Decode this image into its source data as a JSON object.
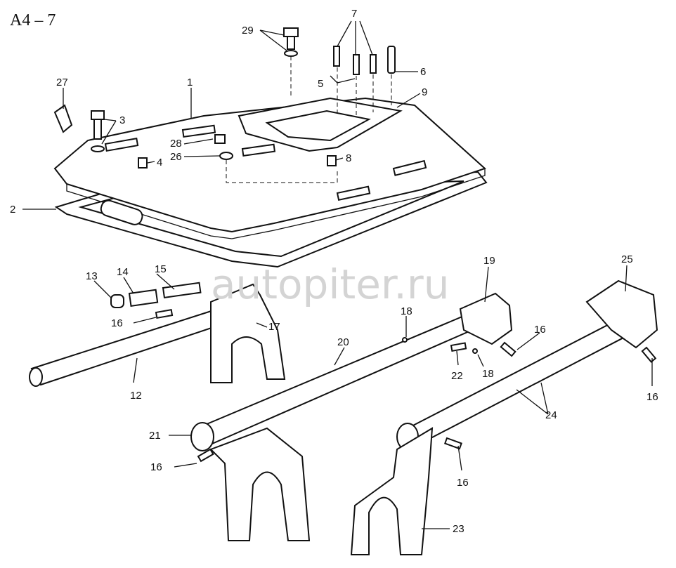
{
  "title": "A4 – 7",
  "watermark": "autopiter.ru",
  "labels": {
    "p29": "29",
    "p7": "7",
    "p27": "27",
    "p1": "1",
    "p3": "3",
    "p5": "5",
    "p6": "6",
    "p9": "9",
    "p28": "28",
    "p26": "26",
    "p4": "4",
    "p8": "8",
    "p2": "2",
    "p13": "13",
    "p14": "14",
    "p15": "15",
    "p19": "19",
    "p25": "25",
    "p16a": "16",
    "p17": "17",
    "p18a": "18",
    "p20": "20",
    "p16b": "16",
    "p12": "12",
    "p22": "22",
    "p18b": "18",
    "p16c": "16",
    "p24": "24",
    "p21": "21",
    "p16d": "16",
    "p16e": "16",
    "p23": "23"
  }
}
